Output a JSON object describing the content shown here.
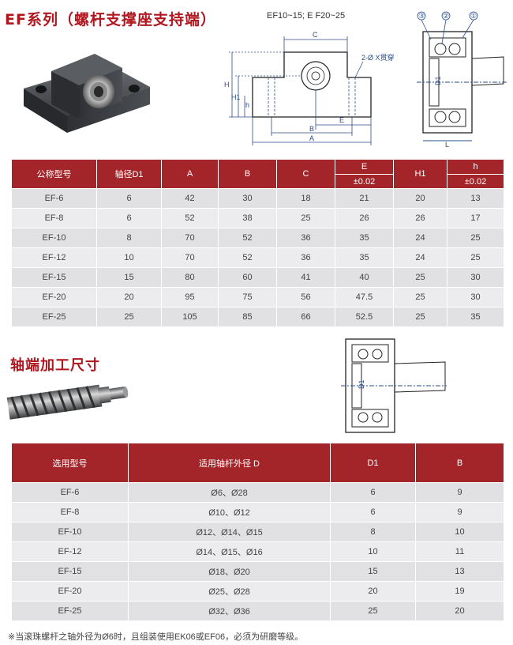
{
  "header": {
    "title": "EF系列（螺杆支撑座支持端）",
    "variant_note": "EF10~15; E F20~25"
  },
  "front_view": {
    "labels": {
      "C": "C",
      "hole": "2-Ø X贯穿",
      "H": "H",
      "H1": "H1",
      "h": "h",
      "E": "E",
      "B": "B",
      "A": "A"
    }
  },
  "side_view": {
    "callouts": [
      "③",
      "②",
      "①"
    ],
    "D1": "D1",
    "L": "L"
  },
  "spec_table": {
    "headers": {
      "model": "公称型号",
      "d1": "轴径D1",
      "a": "A",
      "b": "B",
      "c": "C",
      "e": "E",
      "e_tol": "±0.02",
      "h1": "H1",
      "h": "h",
      "h_tol": "±0.02"
    },
    "rows": [
      [
        "EF-6",
        "6",
        "42",
        "30",
        "18",
        "21",
        "20",
        "13"
      ],
      [
        "EF-8",
        "6",
        "52",
        "38",
        "25",
        "26",
        "26",
        "17"
      ],
      [
        "EF-10",
        "8",
        "70",
        "52",
        "36",
        "35",
        "24",
        "25"
      ],
      [
        "EF-12",
        "10",
        "70",
        "52",
        "36",
        "35",
        "24",
        "25"
      ],
      [
        "EF-15",
        "15",
        "80",
        "60",
        "41",
        "40",
        "25",
        "30"
      ],
      [
        "EF-20",
        "20",
        "95",
        "75",
        "56",
        "47.5",
        "25",
        "30"
      ],
      [
        "EF-25",
        "25",
        "105",
        "85",
        "66",
        "52.5",
        "25",
        "35"
      ]
    ]
  },
  "section2": {
    "title": "轴端加工尺寸",
    "diagram_D1": "D1"
  },
  "shaft_table": {
    "headers": {
      "model": "选用型号",
      "screw_od": "适用轴杆外径  D",
      "d1": "D1",
      "b": "B"
    },
    "rows": [
      [
        "EF-6",
        "Ø6、Ø28",
        "6",
        "9"
      ],
      [
        "EF-8",
        "Ø10、Ø12",
        "6",
        "9"
      ],
      [
        "EF-10",
        "Ø12、Ø14、Ø15",
        "8",
        "10"
      ],
      [
        "EF-12",
        "Ø14、Ø15、Ø16",
        "10",
        "11"
      ],
      [
        "EF-15",
        "Ø18、Ø20",
        "15",
        "13"
      ],
      [
        "EF-20",
        "Ø25、Ø28",
        "20",
        "19"
      ],
      [
        "EF-25",
        "Ø32、Ø36",
        "25",
        "20"
      ]
    ]
  },
  "footnote": "※当滚珠螺杆之轴外径为Ø6时，且组装使用EK06或EF06，必须为研磨等级。"
}
